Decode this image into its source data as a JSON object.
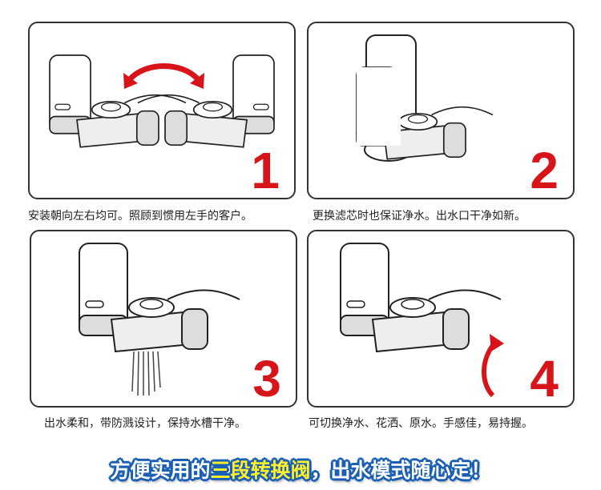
{
  "panels": [
    {
      "number": "1",
      "caption": "安装朝向左右均可。照顾到惯用左手的客户。"
    },
    {
      "number": "2",
      "caption": "更换滤芯时也保证净水。出水口干净如新。"
    },
    {
      "number": "3",
      "caption": "出水柔和，带防溅设计，保持水槽干净。"
    },
    {
      "number": "4",
      "caption": "可切换净水、花洒、原水。手感佳，易持握。"
    }
  ],
  "banner": {
    "part1": "方便实用的",
    "highlight": "三段转换阀",
    "part2": "，出水模式随心定！"
  },
  "colors": {
    "accent": "#d8141b",
    "banner_outline": "#1a5fb4",
    "highlight": "#ffef2a"
  }
}
